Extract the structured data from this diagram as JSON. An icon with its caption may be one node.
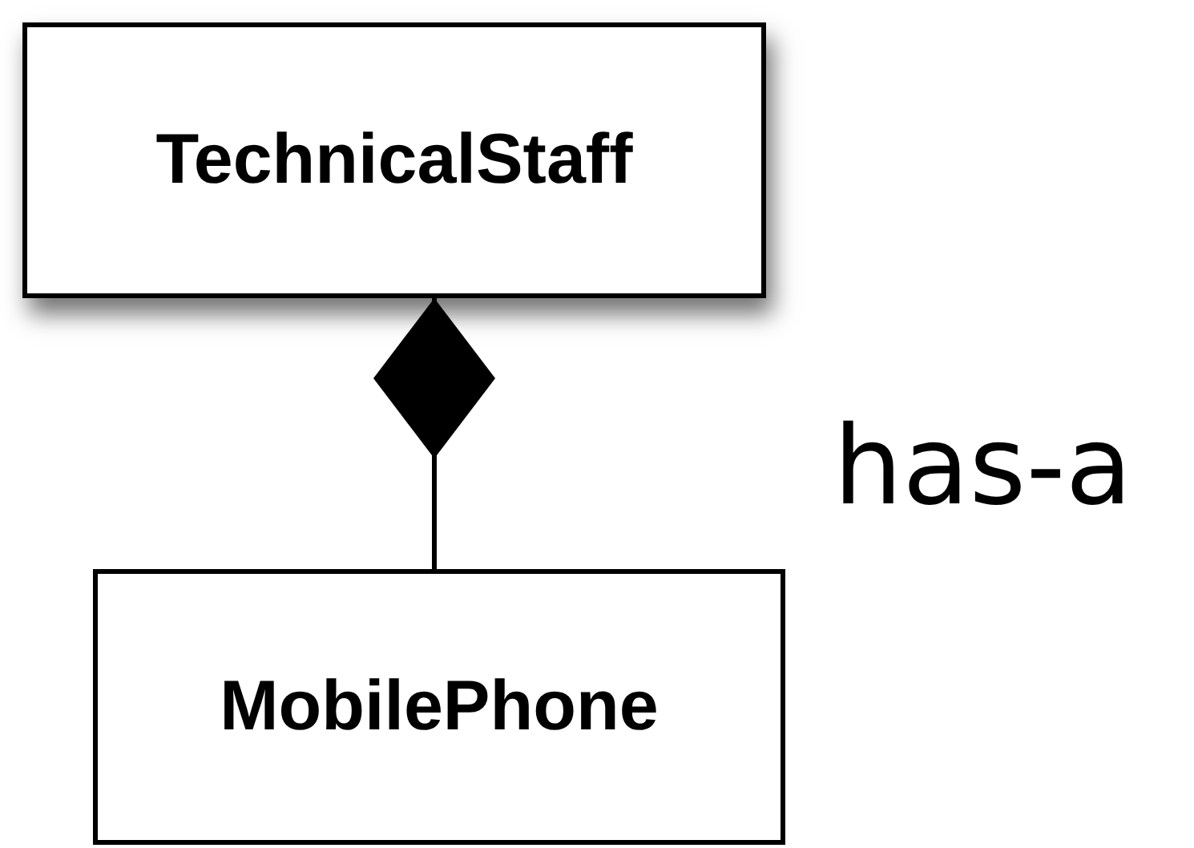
{
  "diagram": {
    "nodes": [
      {
        "text": [
          "TechnicalStaff"
        ]
      },
      {
        "text": [
          "MobilePhone"
        ]
      }
    ],
    "edges": [
      {
        "from": 0,
        "to": 1,
        "arrow": "other",
        "label": "has-a"
      }
    ]
  }
}
